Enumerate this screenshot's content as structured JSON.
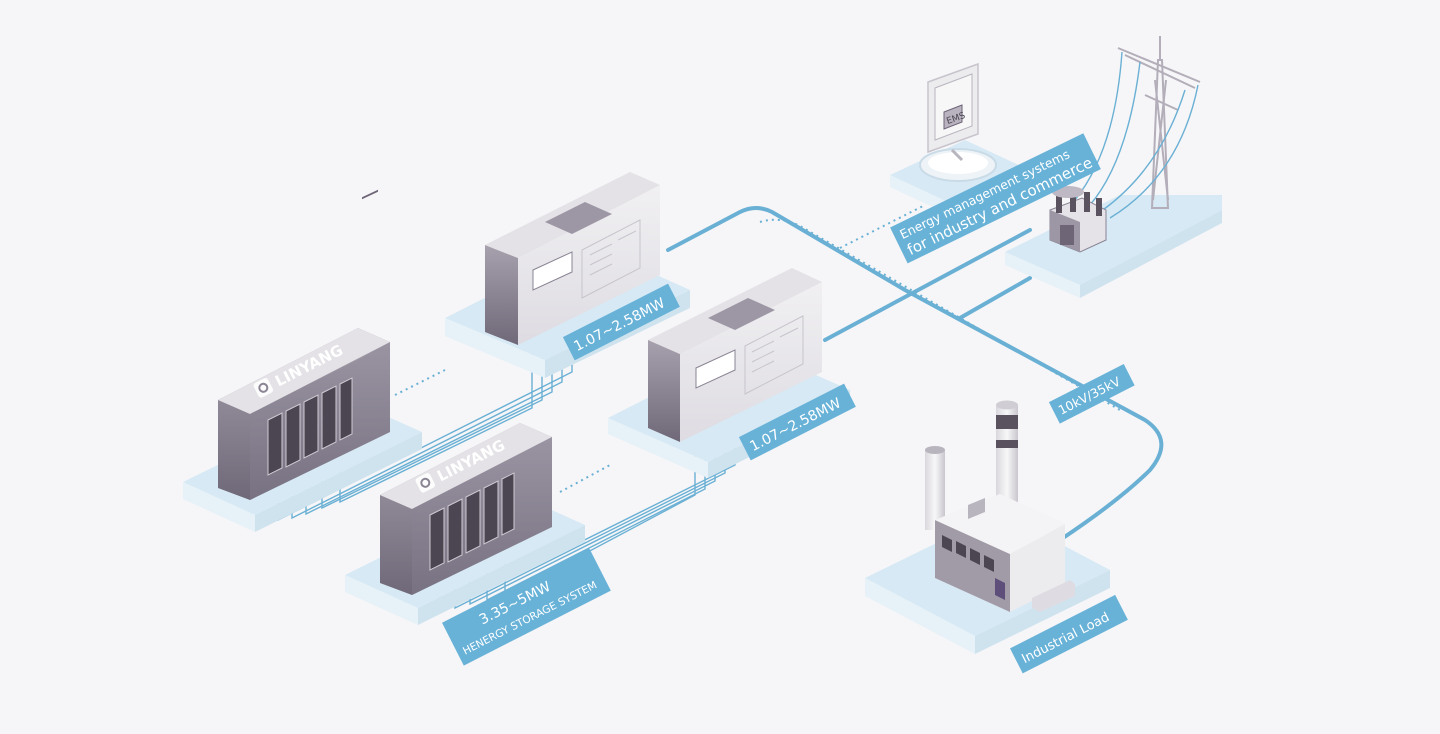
{
  "brand": {
    "name": "LINYANG"
  },
  "colors": {
    "background": "#f6f6f8",
    "accent": "#6ab0d4",
    "label_bg": "#68b2d8",
    "label_text": "#ffffff",
    "platform_top": "#d6e9f4",
    "platform_side": "#e6f1f8",
    "cabinet_top": "#e4e2e6",
    "cabinet_left": "#8a8494",
    "cabinet_right": "#ecebee",
    "door_dark": "#4c4552"
  },
  "labels": {
    "pcs_1": "1.07~2.58MW",
    "pcs_2": "1.07~2.58MW",
    "storage_capacity": "3.35~5MW",
    "storage_system": "HENERGY STORAGE SYSTEM",
    "ems_line1": "Energy management systems",
    "ems_line2": "for industry and commerce",
    "voltage": "10kV/35kV",
    "industrial_load": "Industrial Load",
    "ems_screen": "EMS"
  },
  "icons": {
    "logo": "linyang-logo-icon",
    "tower": "transmission-tower-icon",
    "transformer": "transformer-icon",
    "monitor": "ems-monitor-icon",
    "factory": "factory-icon"
  }
}
